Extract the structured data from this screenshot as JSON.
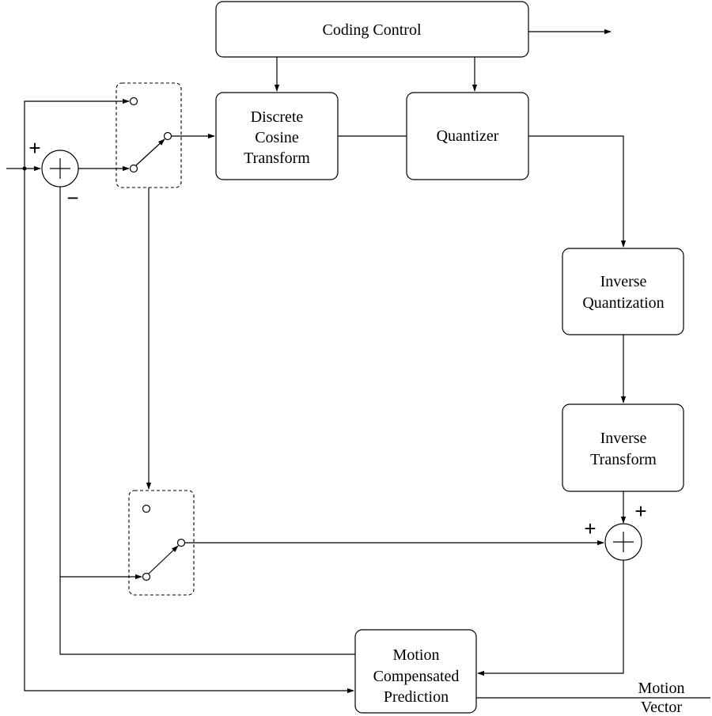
{
  "blocks": {
    "coding_control": [
      "Coding Control"
    ],
    "dct": [
      "Discrete",
      "Cosine",
      "Transform"
    ],
    "quantizer": [
      "Quantizer"
    ],
    "inverse_quantization": [
      "Inverse",
      "Quantization"
    ],
    "inverse_transform": [
      "Inverse",
      "Transform"
    ],
    "motion_compensated_prediction": [
      "Motion",
      "Compensated",
      "Prediction"
    ]
  },
  "signs": {
    "input_sum_plus": "+",
    "input_sum_minus": "−",
    "recon_sum_plus_left": "+",
    "recon_sum_plus_top": "+"
  },
  "output_labels": {
    "motion_vector": [
      "Motion",
      "Vector"
    ]
  }
}
